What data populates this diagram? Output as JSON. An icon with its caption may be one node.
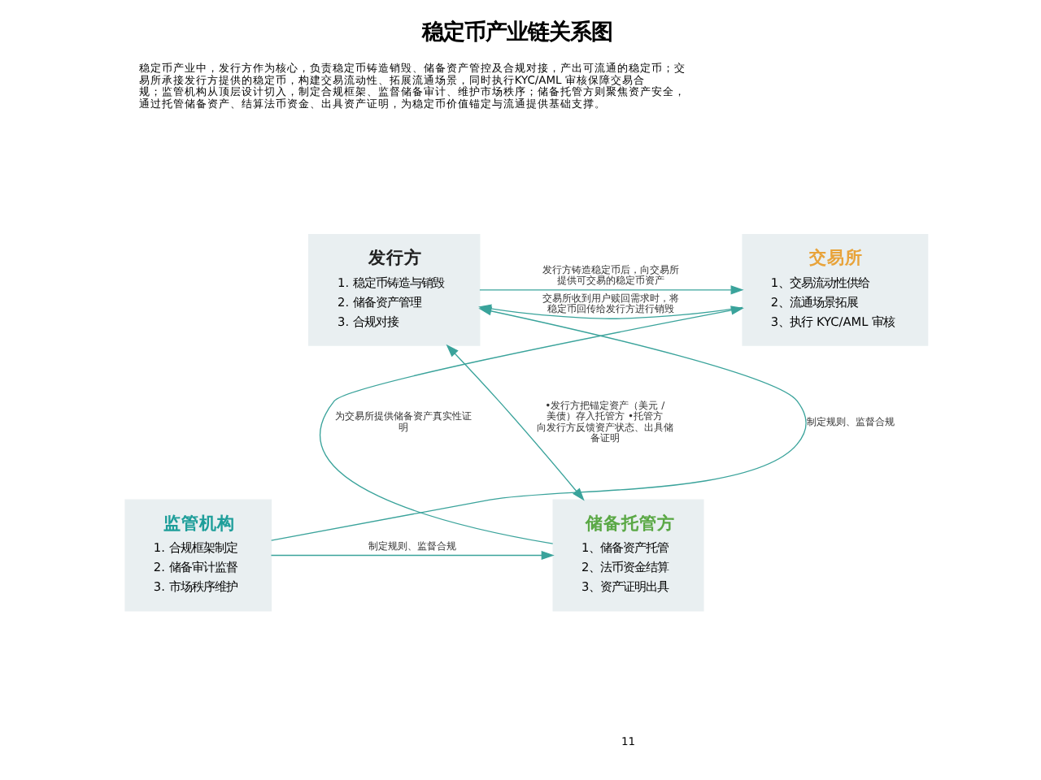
{
  "diagram": {
    "title": "稳定币产业链关系图",
    "nodes": [
      {
        "text": [
          "发行方",
          "1. 稳定币铸造与销毁",
          "2. 储备资产管理",
          "3. 合规对接"
        ]
      },
      {
        "text": [
          "交易所",
          "1、交易流动性供给",
          "2、流通场景拓展",
          "3、执行 KYC/AML 审核"
        ]
      },
      {
        "text": [
          "监管机构",
          "1. 合规框架制定",
          "2. 储备审计监督",
          "3. 市场秩序维护"
        ]
      },
      {
        "text": [
          "储备托管方",
          "1、储备资产托管",
          "2、法币资金结算",
          "3、资产证明出具"
        ]
      }
    ],
    "edges": [
      {
        "from": 0,
        "to": 1,
        "arrow": "to",
        "label": "发行方铸造稳定币后，向交易所提供可交易的稳定币资产"
      },
      {
        "from": 1,
        "to": 0,
        "arrow": "to",
        "label": "交易所收到用户赎回需求时，将稳定币回传给发行方进行销毁"
      },
      {
        "from": 2,
        "to": 0,
        "arrow": "to",
        "label": "制定规则、监督合规"
      },
      {
        "from": 0,
        "to": 3,
        "arrow": "both",
        "label": "•发行方把锚定资产（美元 / 美债）存入托管方 •托管方向发行方反馈资产状态、出具储备证明"
      },
      {
        "from": 2,
        "to": 3,
        "arrow": "to",
        "label": "制定规则、监督合规"
      },
      {
        "from": 3,
        "to": 1,
        "arrow": "to",
        "label": "为交易所提供储备资产真实性证明"
      }
    ],
    "labels": [
      "稳定币产业中，发行方作为核心，负责稳定币铸造销毁、储备资产管控及合规对接，产出可流通的稳定币；交易所承接发行方提供的稳定币，构建交易流动性、拓展流通场景，同时执行KYC/AML 审核保障交易合规；监管机构从顶层设计切入，制定合规框架、监督储备审计、维护市场秩序；储备托管方则聚焦资产安全，通过托管储备资产、结算法币资金、出具资产证明，为稳定币价值锚定与流通提供基础支撑。",
      "11"
    ]
  }
}
